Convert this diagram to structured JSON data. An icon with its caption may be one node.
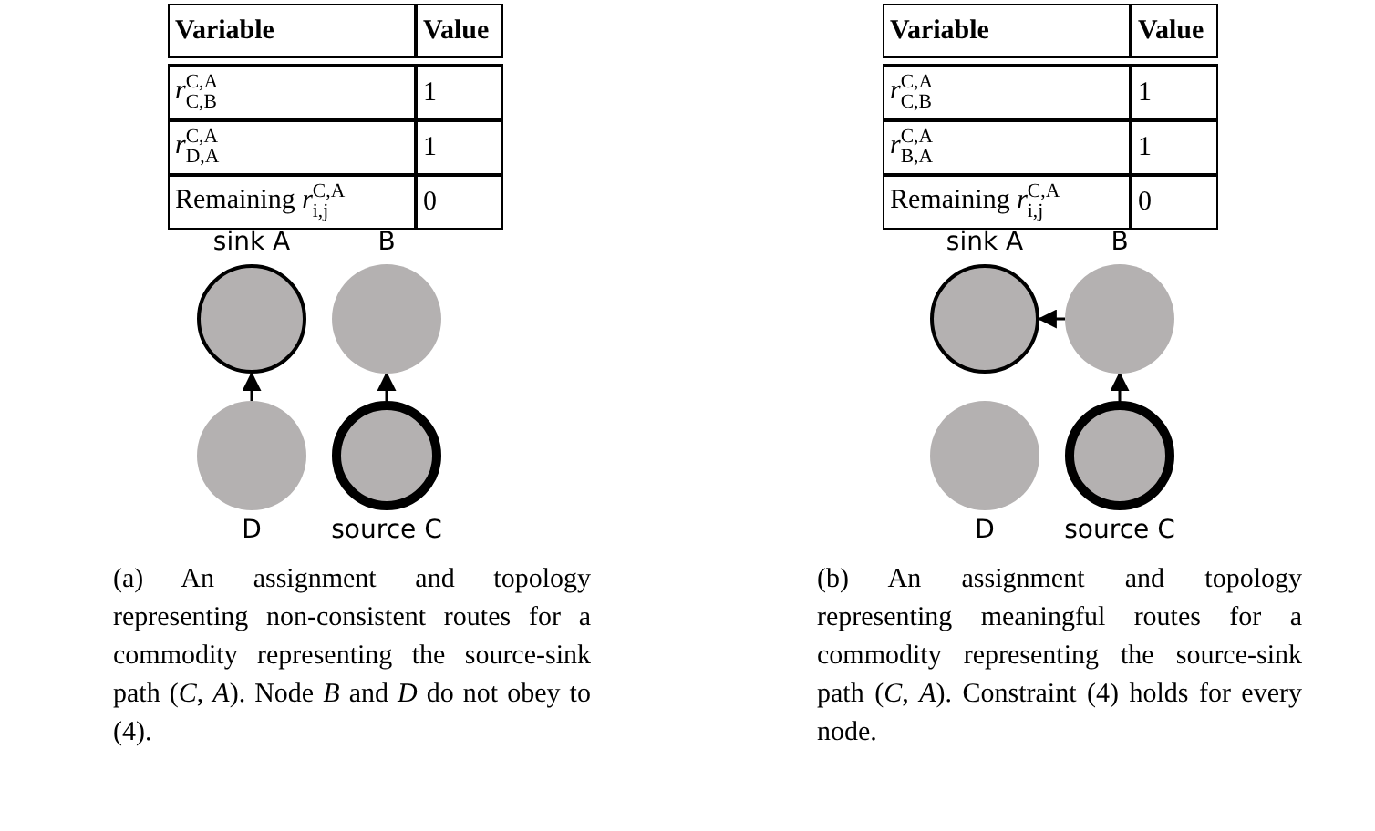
{
  "diagram": {
    "nodes": [
      {
        "text": [
          "sink A"
        ]
      },
      {
        "text": [
          "B"
        ]
      },
      {
        "text": [
          "D"
        ]
      },
      {
        "text": [
          "source C"
        ]
      },
      {
        "text": [
          "sink A"
        ]
      },
      {
        "text": [
          "B"
        ]
      },
      {
        "text": [
          "D"
        ]
      },
      {
        "text": [
          "source C"
        ]
      }
    ],
    "edges": [
      {
        "from": 2,
        "to": 0,
        "arrow": "to"
      },
      {
        "from": 3,
        "to": 1,
        "arrow": "to"
      },
      {
        "from": 7,
        "to": 5,
        "arrow": "to"
      },
      {
        "from": 5,
        "to": 4,
        "arrow": "to"
      }
    ],
    "labels": [
      "Variable",
      "Value",
      "*r*$^{C,A}$$_{C,B}$",
      "1",
      "*r*$^{C,A}$$_{D,A}$",
      "1",
      "Remaining *r*$^{C,A}$$_{i,j}$",
      "0",
      "Variable",
      "Value",
      "*r*$^{C,A}$$_{C,B}$",
      "1",
      "*r*$^{C,A}$$_{B,A}$",
      "1",
      "Remaining *r*$^{C,A}$$_{i,j}$",
      "0",
      "(a) An assignment and topology representing non-consistent routes for a commodity representing the source-sink path (*C*, *A*). Node *B* and *D* do not obey to (4).",
      "(b) An assignment and topology representing meaningful routes for a commodity representing the source-sink path (*C*, *A*). Constraint (4) holds for every node."
    ]
  }
}
